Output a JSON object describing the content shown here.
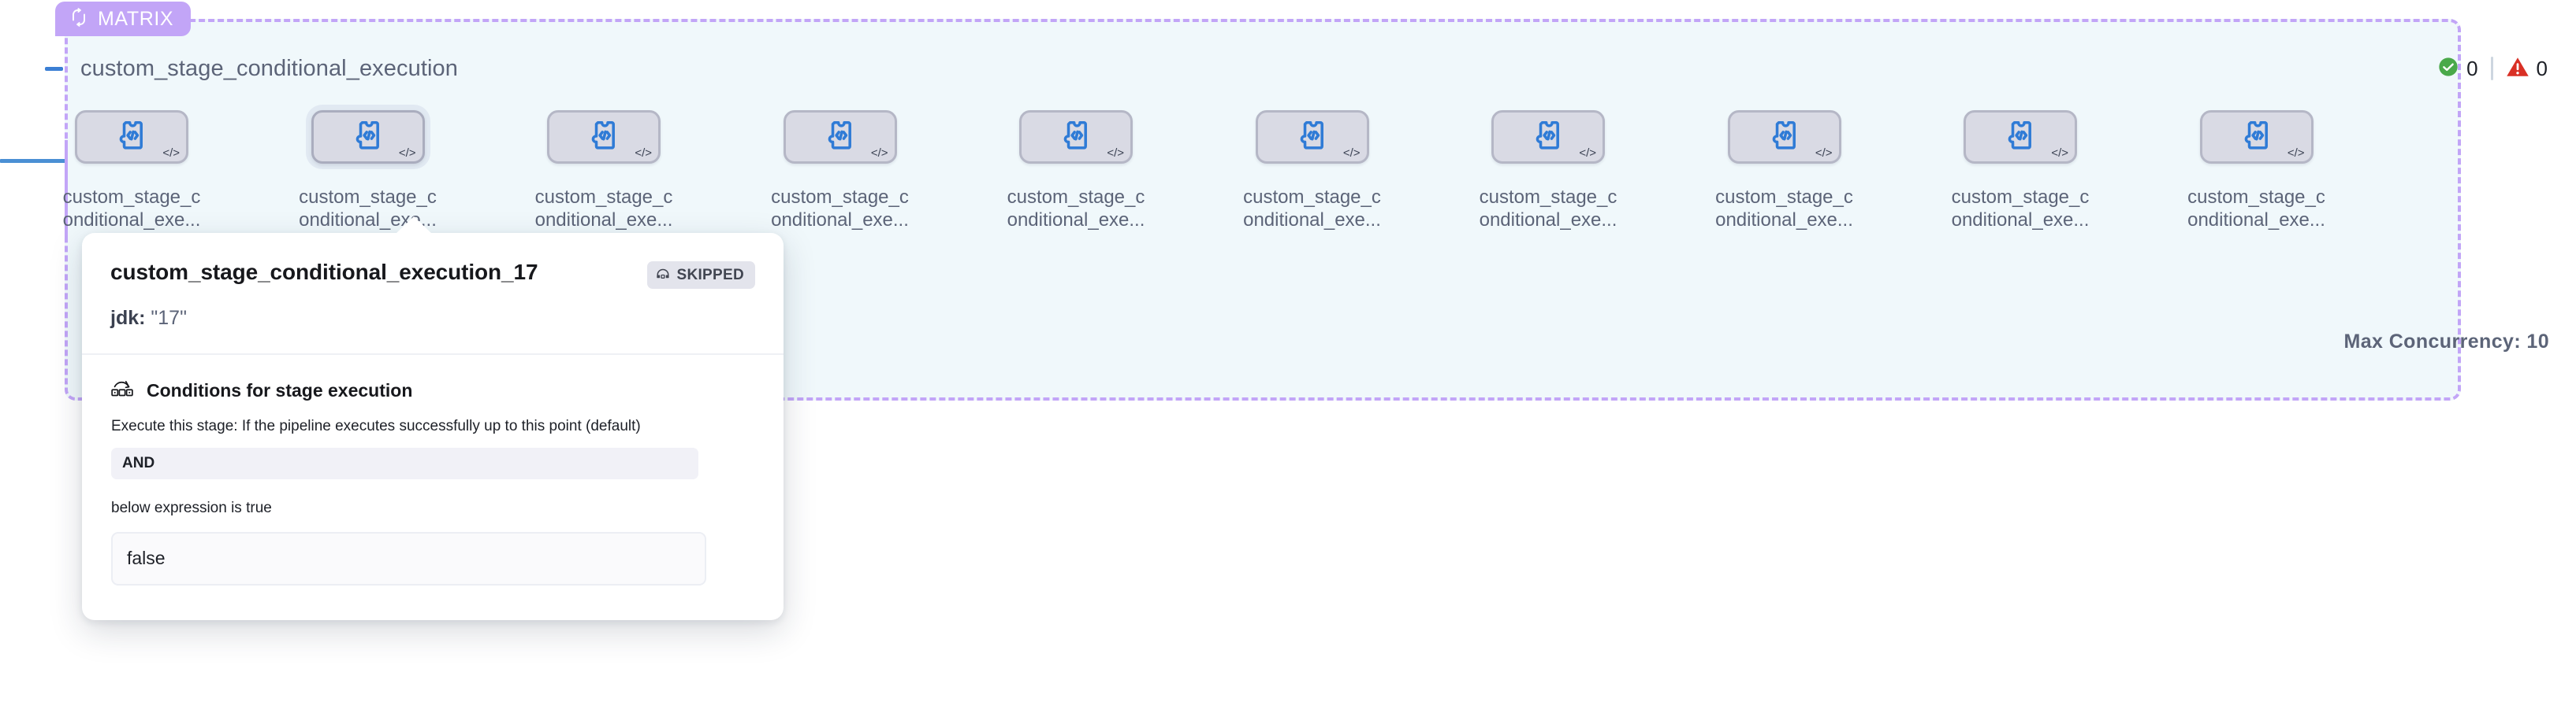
{
  "matrix": {
    "badge_label": "MATRIX",
    "badge_icon": "loop-repeat-icon",
    "badge_color": "#c2a5f7",
    "group_title": "custom_stage_conditional_execution",
    "collapse_icon": "minus-collapse-icon",
    "max_concurrency": "Max Concurrency: 10",
    "status": {
      "success_icon": "check-circle-icon",
      "success_color": "#4aa94a",
      "success_count": "0",
      "warning_icon": "warning-triangle-icon",
      "warning_color": "#d93025",
      "warning_count": "0"
    },
    "nodes": [
      {
        "icon": "code-puzzle-icon",
        "corner_icon": "code-brackets-icon",
        "label_line1": "custom_stage_c",
        "label_line2": "onditional_exe...",
        "selected": false
      },
      {
        "icon": "code-puzzle-icon",
        "corner_icon": "code-brackets-icon",
        "label_line1": "custom_stage_c",
        "label_line2": "onditional_exe...",
        "selected": true
      },
      {
        "icon": "code-puzzle-icon",
        "corner_icon": "code-brackets-icon",
        "label_line1": "custom_stage_c",
        "label_line2": "onditional_exe...",
        "selected": false
      },
      {
        "icon": "code-puzzle-icon",
        "corner_icon": "code-brackets-icon",
        "label_line1": "custom_stage_c",
        "label_line2": "onditional_exe...",
        "selected": false
      },
      {
        "icon": "code-puzzle-icon",
        "corner_icon": "code-brackets-icon",
        "label_line1": "custom_stage_c",
        "label_line2": "onditional_exe...",
        "selected": false
      },
      {
        "icon": "code-puzzle-icon",
        "corner_icon": "code-brackets-icon",
        "label_line1": "custom_stage_c",
        "label_line2": "onditional_exe...",
        "selected": false
      },
      {
        "icon": "code-puzzle-icon",
        "corner_icon": "code-brackets-icon",
        "label_line1": "custom_stage_c",
        "label_line2": "onditional_exe...",
        "selected": false
      },
      {
        "icon": "code-puzzle-icon",
        "corner_icon": "code-brackets-icon",
        "label_line1": "custom_stage_c",
        "label_line2": "onditional_exe...",
        "selected": false
      },
      {
        "icon": "code-puzzle-icon",
        "corner_icon": "code-brackets-icon",
        "label_line1": "custom_stage_c",
        "label_line2": "onditional_exe...",
        "selected": false
      },
      {
        "icon": "code-puzzle-icon",
        "corner_icon": "code-brackets-icon",
        "label_line1": "custom_stage_c",
        "label_line2": "onditional_exe...",
        "selected": false
      }
    ]
  },
  "popover": {
    "title": "custom_stage_conditional_execution_17",
    "status_badge_label": "SKIPPED",
    "status_badge_icon": "skipped-arch-icon",
    "subtitle_key": "jdk:",
    "subtitle_value": "\"17\"",
    "conditions": {
      "icon": "conditions-flow-icon",
      "heading": "Conditions for stage execution",
      "description": "Execute this stage: If the pipeline executes successfully up to this point (default)",
      "operator": "AND",
      "expression_label": "below expression is true",
      "expression_value": "false"
    }
  }
}
